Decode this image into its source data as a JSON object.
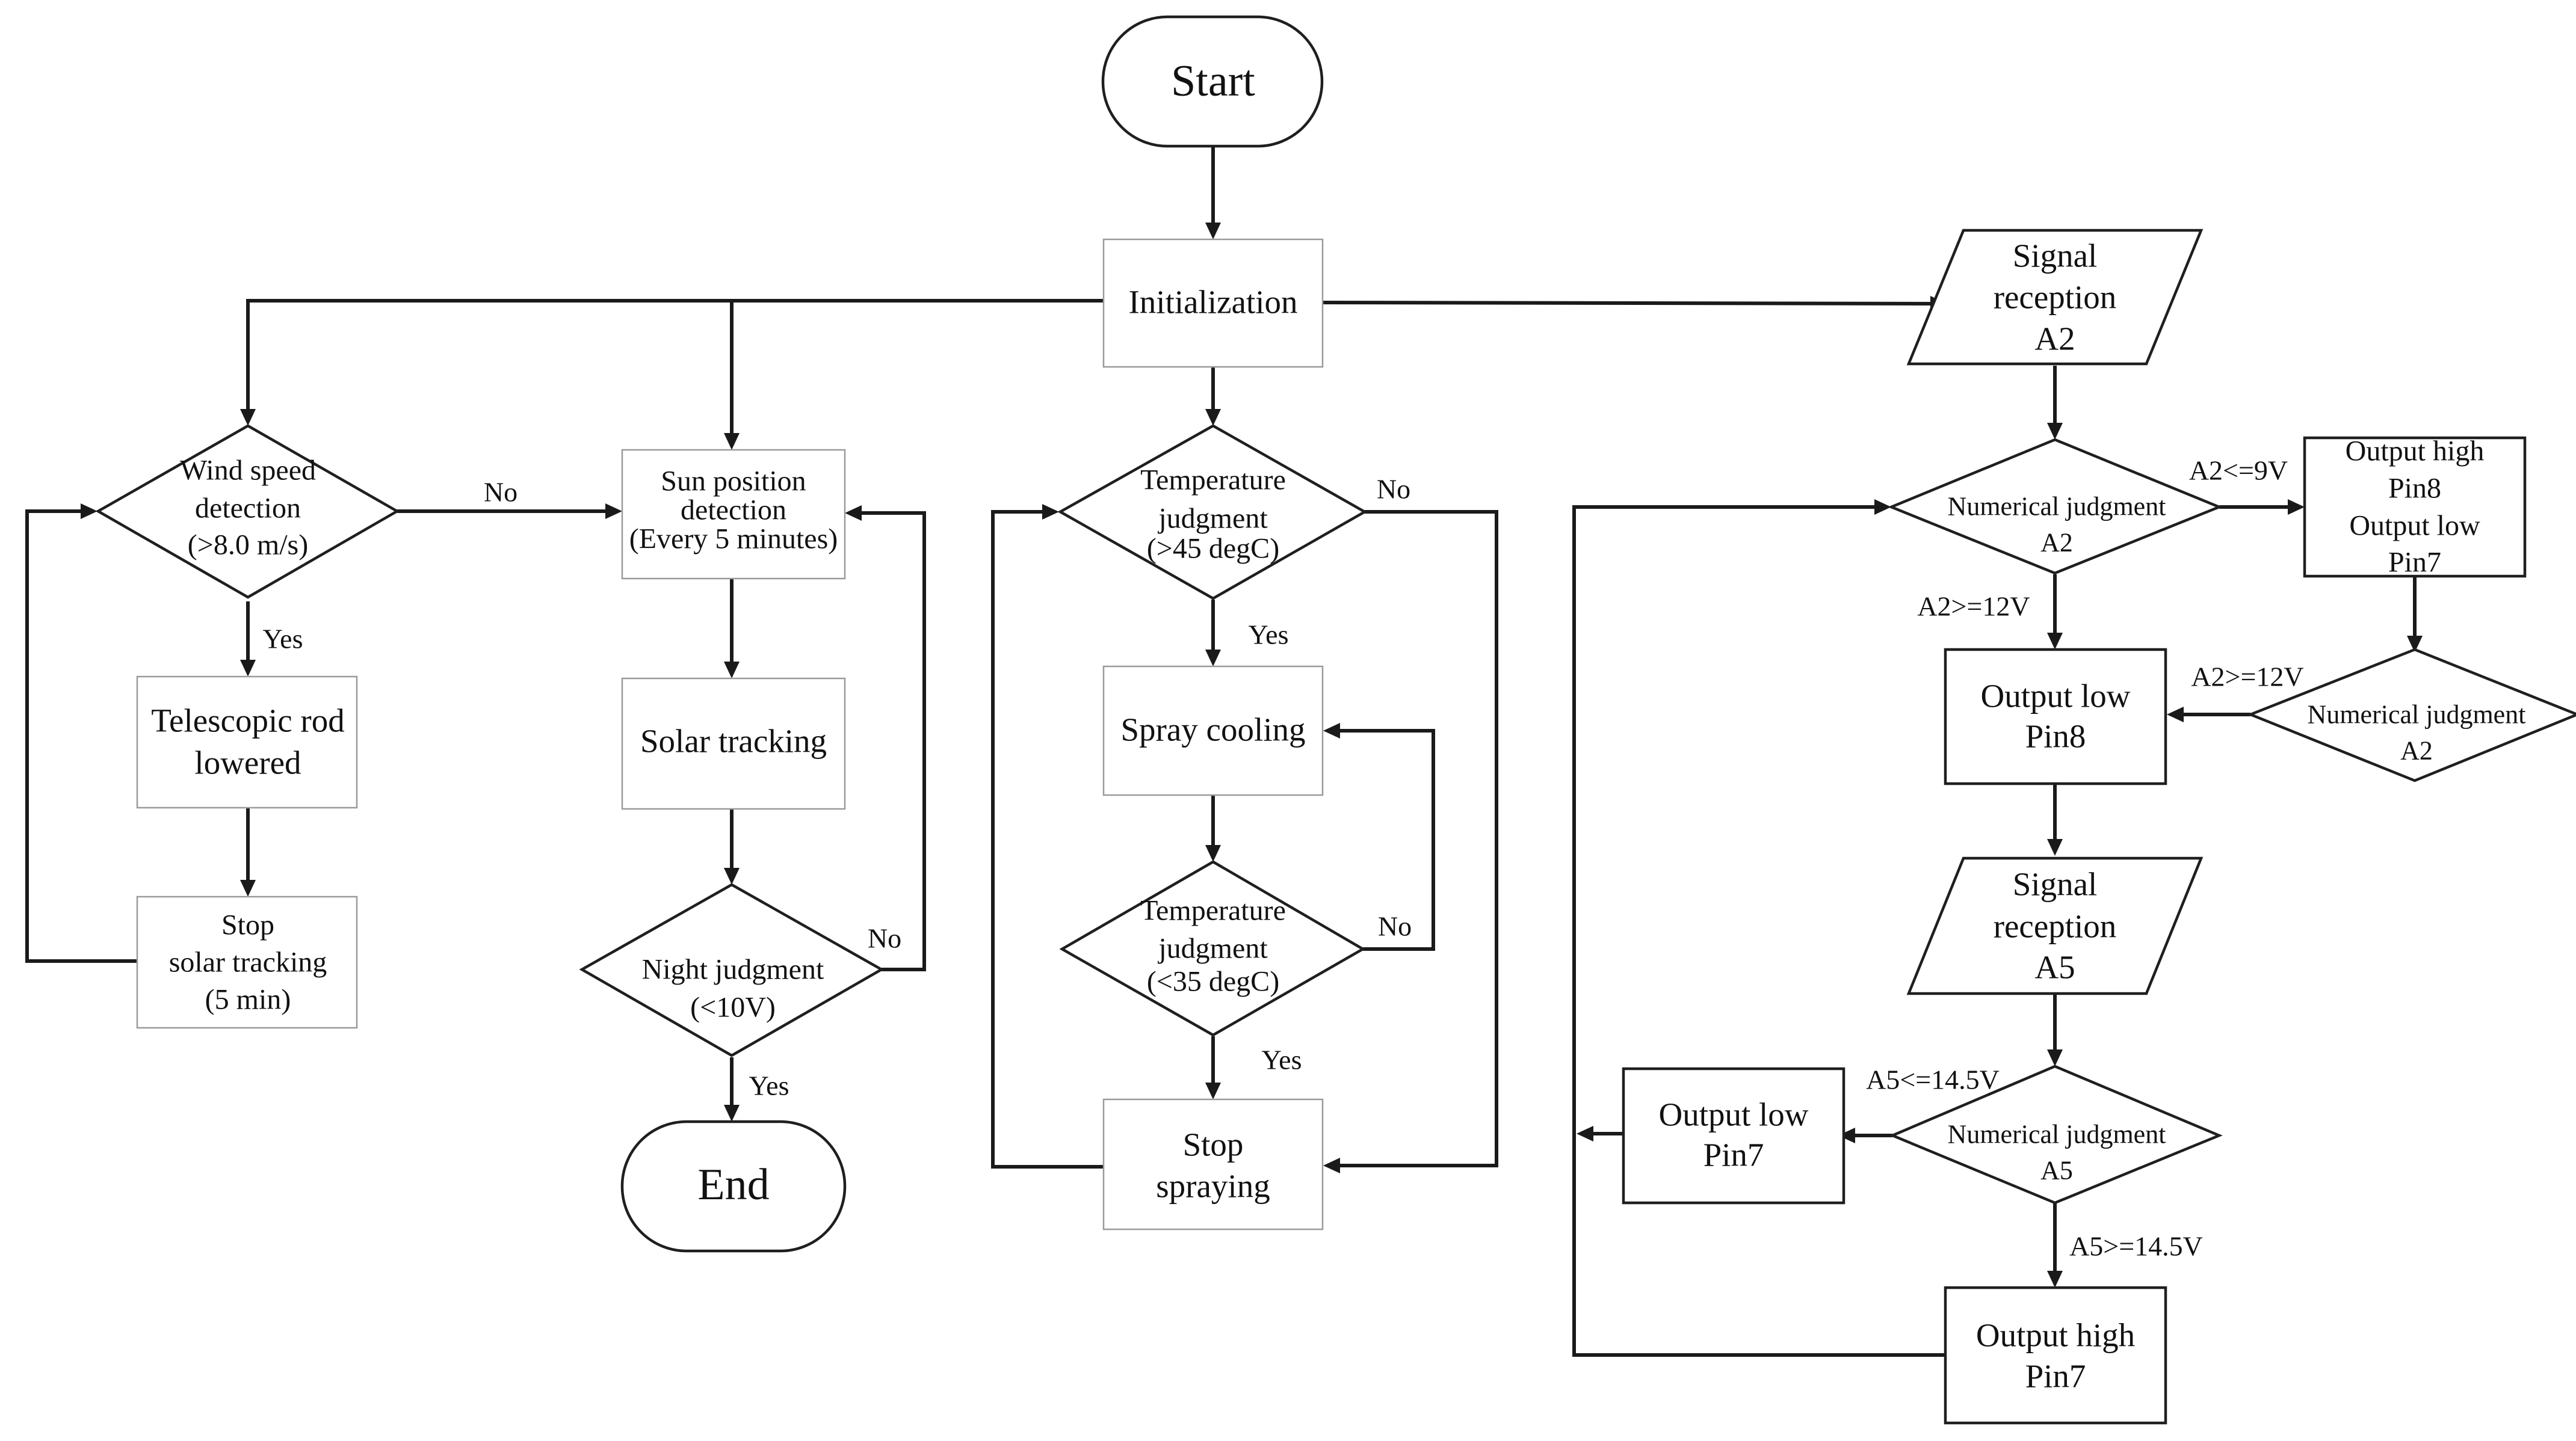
{
  "nodes": {
    "start": "Start",
    "init": "Initialization",
    "wind": [
      "Wind speed",
      "detection",
      "(>8.0 m/s)"
    ],
    "rod": [
      "Telescopic rod",
      "lowered"
    ],
    "stop_track": [
      "Stop",
      "solar tracking",
      "(5 min)"
    ],
    "sun": [
      "Sun position",
      "detection",
      "(Every 5 minutes)"
    ],
    "solar": "Solar tracking",
    "night": [
      "Night judgment",
      "(<10V)"
    ],
    "end": "End",
    "temp1": [
      "Temperature",
      "judgment",
      "(>45 degC)"
    ],
    "spray": "Spray cooling",
    "temp2": [
      "Temperature",
      "judgment",
      "(<35 degC)"
    ],
    "stop_spray": [
      "Stop",
      "spraying"
    ],
    "sig_a2": [
      "Signal",
      "reception",
      "A2"
    ],
    "num_a2": [
      "Numerical judgment",
      "A2"
    ],
    "out_high8": [
      "Output high",
      "Pin8",
      "Output low",
      "Pin7"
    ],
    "num_a2b": [
      "Numerical judgment",
      "A2"
    ],
    "out_low8": [
      "Output low",
      "Pin8"
    ],
    "sig_a5": [
      "Signal",
      "reception",
      "A5"
    ],
    "num_a5": [
      "Numerical judgment",
      "A5"
    ],
    "out_low7": [
      "Output low",
      "Pin7"
    ],
    "out_high7": [
      "Output high",
      "Pin7"
    ]
  },
  "labels": {
    "wind_no": "No",
    "wind_yes": "Yes",
    "night_no": "No",
    "night_yes": "Yes",
    "temp1_no": "No",
    "temp1_yes": "Yes",
    "temp2_no": "No",
    "temp2_yes": "Yes",
    "a2_le9": "A2<=9V",
    "a2_ge12": "A2>=12V",
    "a2b_ge12": "A2>=12V",
    "a5_le145": "A5<=14.5V",
    "a5_ge145": "A5>=14.5V"
  }
}
